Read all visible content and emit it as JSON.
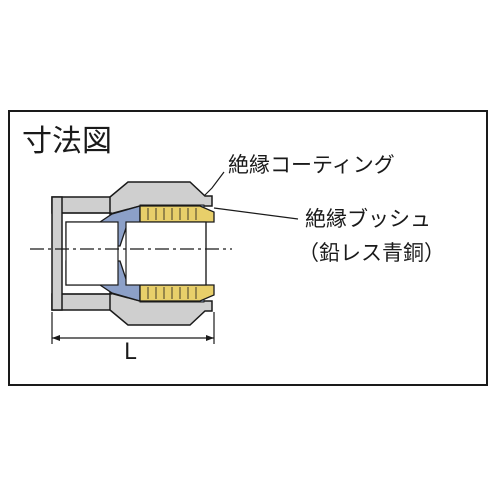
{
  "title": "寸法図",
  "callouts": {
    "coating": "絶縁コーティング",
    "bushing_line1": "絶縁ブッシュ",
    "bushing_line2": "（鉛レス青銅）"
  },
  "dimension": {
    "label": "L"
  },
  "colors": {
    "outline": "#1a1a1a",
    "body_gray": "#cfcfcf",
    "coating_blue": "#8ca0c8",
    "bushing_yellow": "#e8cf6a"
  }
}
